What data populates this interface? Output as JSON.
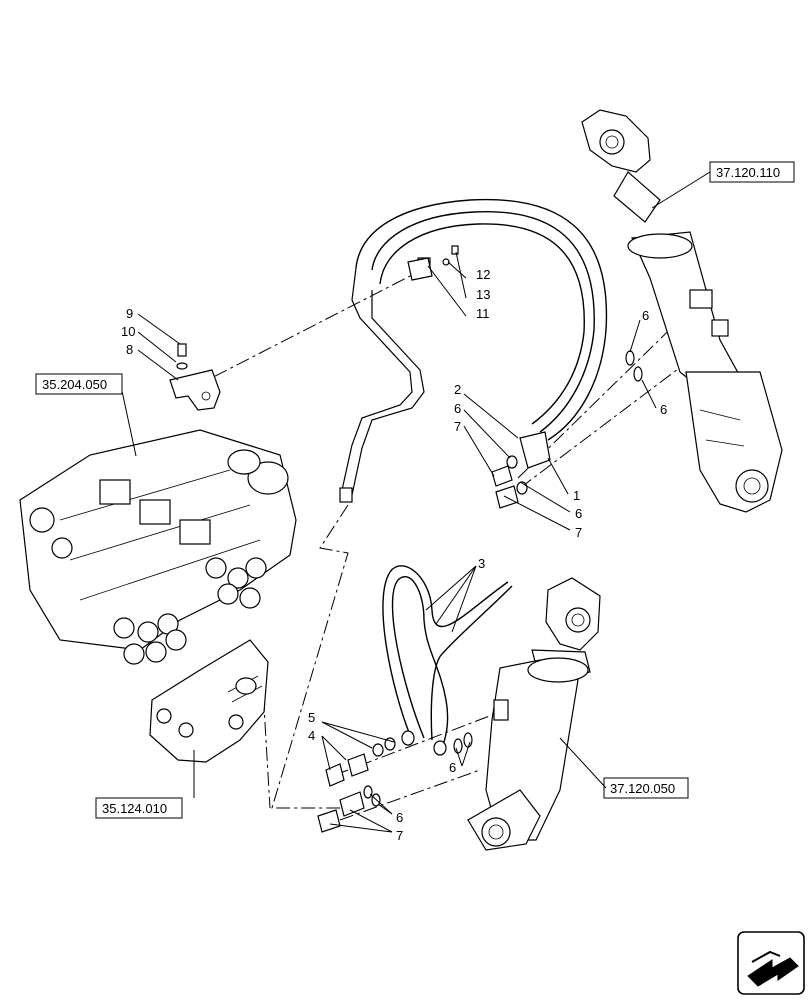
{
  "callouts": [
    "1",
    "2",
    "3",
    "4",
    "5",
    "6",
    "7",
    "8",
    "9",
    "10",
    "11",
    "12",
    "13"
  ],
  "references": {
    "top_cylinder": "37.120.110",
    "valve_block": "35.204.050",
    "bottom_valve": "35.124.010",
    "bottom_cylinder": "37.120.050"
  },
  "nav_icon": "next-page-arrow-icon"
}
